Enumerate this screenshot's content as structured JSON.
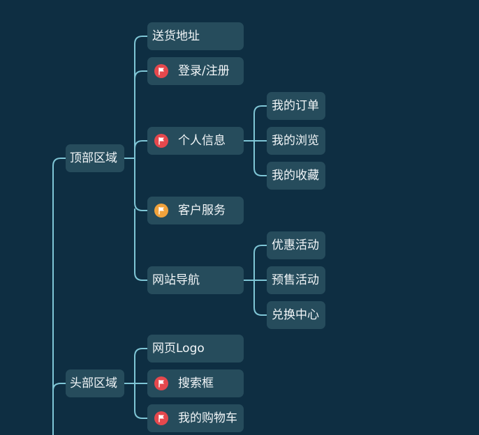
{
  "colors": {
    "background": "#0e2e42",
    "node": "#264c5c",
    "connector": "#7fc6d6",
    "text": "#f2f6f8",
    "flag_red": "#e5484d",
    "flag_orange": "#f0a23c"
  },
  "mindmap": {
    "top": {
      "label": "顶部区域",
      "children": {
        "address": {
          "label": "送货地址"
        },
        "login": {
          "label": "登录/注册",
          "flag": "flag-icon",
          "flag_color": "red"
        },
        "personal": {
          "label": "个人信息",
          "flag": "flag-icon",
          "flag_color": "red",
          "children": {
            "orders": {
              "label": "我的订单"
            },
            "browse": {
              "label": "我的浏览"
            },
            "favorites": {
              "label": "我的收藏"
            }
          }
        },
        "service": {
          "label": "客户服务",
          "flag": "flag-icon",
          "flag_color": "orange"
        },
        "nav": {
          "label": "网站导航",
          "children": {
            "promo": {
              "label": "优惠活动"
            },
            "presale": {
              "label": "预售活动"
            },
            "exchange": {
              "label": "兑换中心"
            }
          }
        }
      }
    },
    "header": {
      "label": "头部区域",
      "children": {
        "logo": {
          "label": "网页Logo"
        },
        "search": {
          "label": "搜索框",
          "flag": "flag-icon",
          "flag_color": "red"
        },
        "cart": {
          "label": "我的购物车",
          "flag": "flag-icon",
          "flag_color": "red"
        }
      }
    }
  }
}
